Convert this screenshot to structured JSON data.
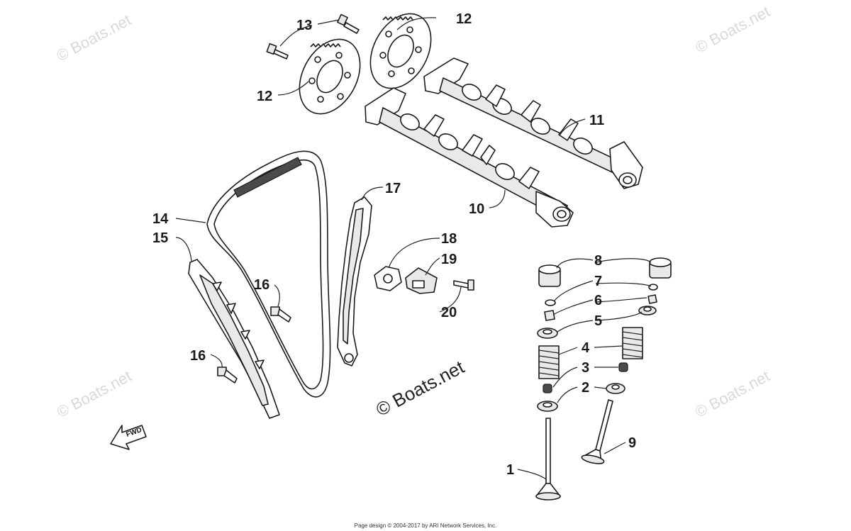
{
  "watermarks": {
    "corner_text": "© Boats.net",
    "center_text": "© Boats.net"
  },
  "fwd_label": "FWD",
  "callouts": {
    "c1": "1",
    "c2": "2",
    "c3": "3",
    "c4": "4",
    "c5": "5",
    "c6": "6",
    "c7": "7",
    "c8": "8",
    "c9": "9",
    "c10": "10",
    "c11": "11",
    "c12a": "12",
    "c12b": "12",
    "c13": "13",
    "c14": "14",
    "c15": "15",
    "c16a": "16",
    "c16b": "16",
    "c17": "17",
    "c18": "18",
    "c19": "19",
    "c20": "20"
  },
  "footer": "Page design © 2004-2017 by ARI Network Services, Inc."
}
